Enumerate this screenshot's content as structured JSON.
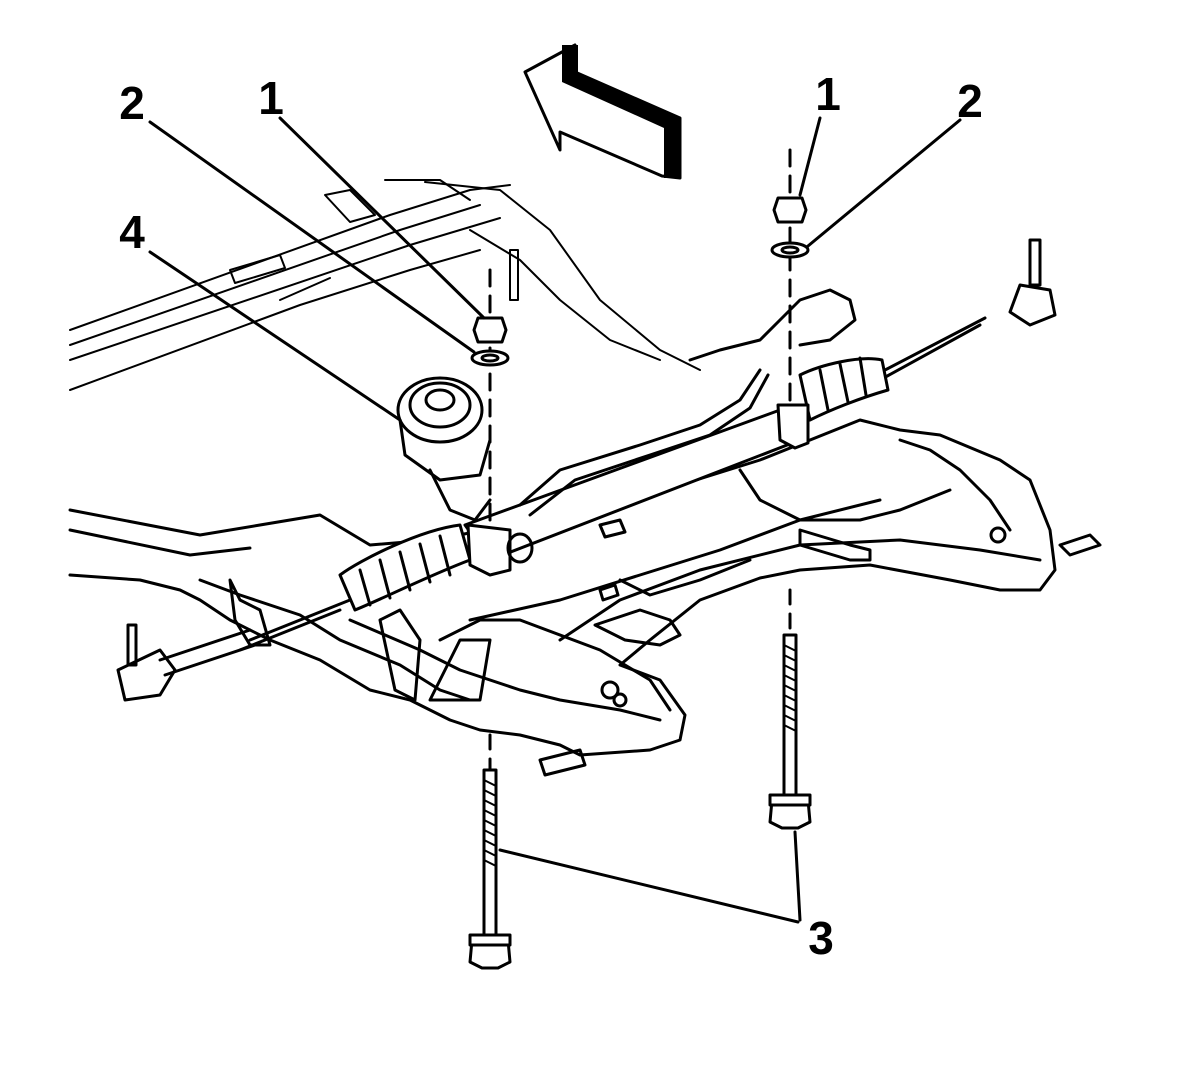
{
  "callouts": {
    "nut_left": "1",
    "washer_left": "2",
    "nut_right": "1",
    "washer_right": "2",
    "bolts": "3",
    "mount": "4"
  },
  "colors": {
    "line": "#000000",
    "background": "#ffffff"
  }
}
